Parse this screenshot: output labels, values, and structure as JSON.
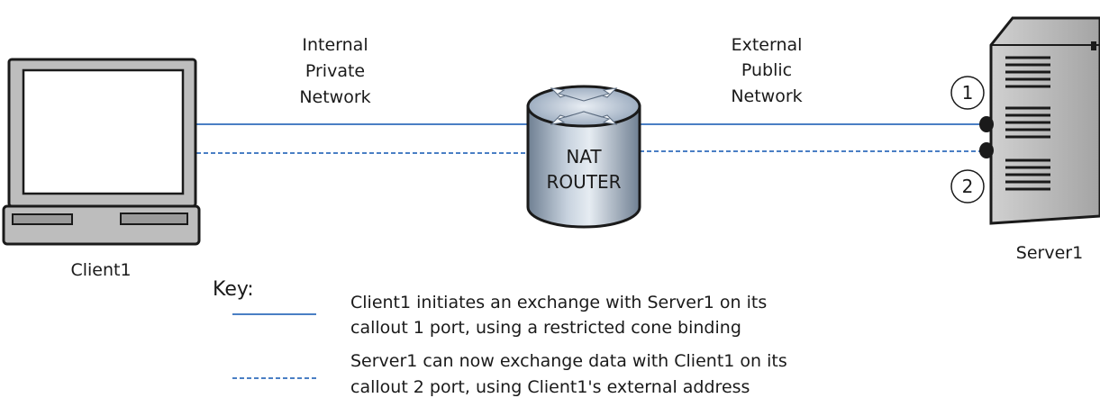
{
  "network_labels": {
    "internal": [
      "Internal",
      "Private",
      "Network"
    ],
    "external": [
      "External",
      "Public",
      "Network"
    ]
  },
  "router": {
    "line1": "NAT",
    "line2": "ROUTER"
  },
  "nodes": {
    "client": "Client1",
    "server": "Server1"
  },
  "ports": {
    "port1": "1",
    "port2": "2"
  },
  "key": {
    "title": "Key:",
    "solid": {
      "line1": "Client1 initiates an exchange with Server1 on its",
      "line2": "callout 1 port, using a restricted cone binding"
    },
    "dashed": {
      "line1": "Server1 can now exchange data with Client1 on its",
      "line2": "callout 2 port, using Client1's external address"
    }
  },
  "colors": {
    "line": "#4a7fc4",
    "outline": "#1a1a1a",
    "device_fill": "#b8b8b8",
    "device_light": "#d9d9d9",
    "device_dark": "#8a8a8a",
    "router_top": "#9fb2c8",
    "router_body": "#a9b7c7"
  }
}
